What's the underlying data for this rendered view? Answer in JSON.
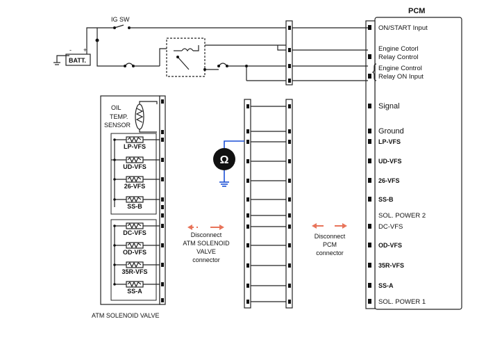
{
  "pcm": {
    "title": "PCM",
    "pins": [
      {
        "label": "ON/START Input",
        "bold": false
      },
      {
        "label": "Engine Cotorl",
        "bold": false
      },
      {
        "label": "Relay Control",
        "bold": false
      },
      {
        "label": "Engine Control",
        "bold": false
      },
      {
        "label": "Relay ON Input",
        "bold": false
      },
      {
        "label": "Signal",
        "bold": false
      },
      {
        "label": "Ground",
        "bold": false
      },
      {
        "label": "LP-VFS",
        "bold": true
      },
      {
        "label": "UD-VFS",
        "bold": true
      },
      {
        "label": "26-VFS",
        "bold": true
      },
      {
        "label": "SS-B",
        "bold": true
      },
      {
        "label": "SOL. POWER 2",
        "bold": false
      },
      {
        "label": "DC-VFS",
        "bold": false
      },
      {
        "label": "OD-VFS",
        "bold": true
      },
      {
        "label": "35R-VFS",
        "bold": true
      },
      {
        "label": "SS-A",
        "bold": true
      },
      {
        "label": "SOL. POWER 1",
        "bold": false
      }
    ]
  },
  "top": {
    "ig_sw": "IG SW",
    "batt": "BATT.",
    "batt_minus": "-",
    "batt_plus": "+"
  },
  "valve": {
    "title": "ATM SOLENOID VALVE",
    "sensor": [
      "OIL",
      "TEMP.",
      "SENSOR"
    ],
    "solenoids": [
      "LP-VFS",
      "UD-VFS",
      "26-VFS",
      "SS-B",
      "DC-VFS",
      "OD-VFS",
      "35R-VFS",
      "SS-A"
    ]
  },
  "meter": {
    "symbol": "Ω"
  },
  "notes": {
    "left": [
      "Disconnect",
      "ATM SOLENOID",
      "VALVE",
      "connector"
    ],
    "right": [
      "Disconnect",
      "PCM",
      "connector"
    ]
  },
  "colors": {
    "arrow": "#e8745a",
    "probe": "#1a4fd6",
    "line": "#222222"
  }
}
